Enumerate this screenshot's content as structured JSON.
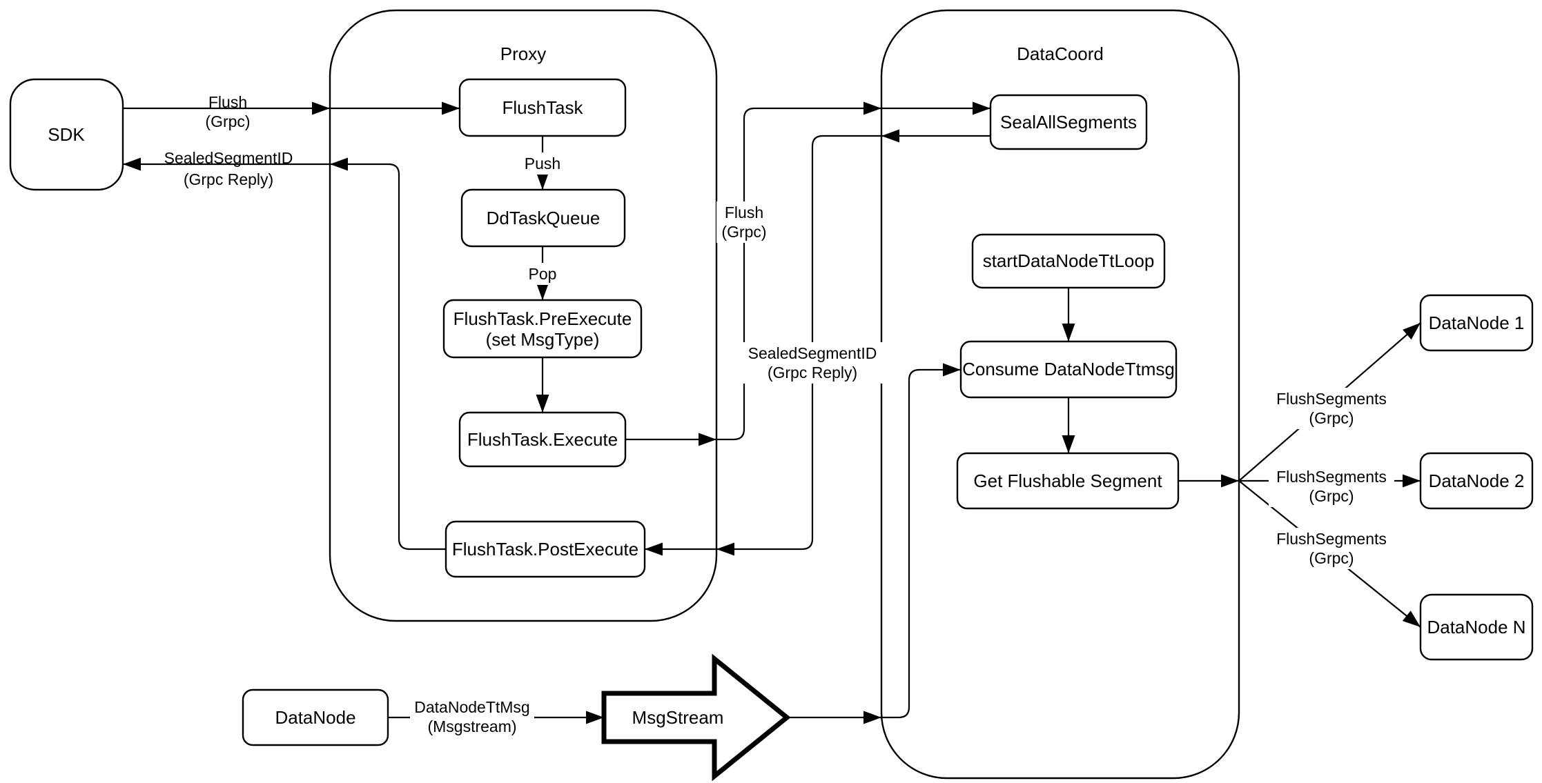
{
  "diagram": {
    "background_color": "#ffffff",
    "line_color": "#000000",
    "box_fill_color": "#ffffff",
    "containers": {
      "proxy": {
        "title": "Proxy"
      },
      "datacoord": {
        "title": "DataCoord"
      }
    },
    "nodes": {
      "sdk": {
        "label": "SDK"
      },
      "flush_task": {
        "label": "FlushTask"
      },
      "dd_task_queue": {
        "label": "DdTaskQueue"
      },
      "pre_execute": {
        "label_line1": "FlushTask.PreExecute",
        "label_line2": "(set MsgType)"
      },
      "execute": {
        "label": "FlushTask.Execute"
      },
      "post_execute": {
        "label": "FlushTask.PostExecute"
      },
      "seal_all_segments": {
        "label": "SealAllSegments"
      },
      "start_datanode_tt_loop": {
        "label": "startDataNodeTtLoop"
      },
      "consume_datanode_ttmsg": {
        "label": "Consume DataNodeTtmsg"
      },
      "get_flushable_segment": {
        "label": "Get Flushable Segment"
      },
      "datanode_1": {
        "label": "DataNode 1"
      },
      "datanode_2": {
        "label": "DataNode 2"
      },
      "datanode_n": {
        "label": "DataNode N"
      },
      "datanode_source": {
        "label": "DataNode"
      },
      "msgstream": {
        "label": "MsgStream"
      }
    },
    "edge_labels": {
      "flush_sdk_proxy": {
        "line1": "Flush",
        "line2": "(Grpc)"
      },
      "sealed_segment_to_sdk": {
        "line1": "SealedSegmentID",
        "line2": "(Grpc Reply)"
      },
      "push": {
        "label": "Push"
      },
      "pop": {
        "label": "Pop"
      },
      "flush_proxy_datacoord": {
        "line1": "Flush",
        "line2": "(Grpc)"
      },
      "sealed_segment_reply": {
        "line1": "SealedSegmentID",
        "line2": "(Grpc Reply)"
      },
      "flush_segments_1": {
        "line1": "FlushSegments",
        "line2": "(Grpc)"
      },
      "flush_segments_2": {
        "line1": "FlushSegments",
        "line2": "(Grpc)"
      },
      "flush_segments_3": {
        "line1": "FlushSegments",
        "line2": "(Grpc)"
      },
      "datanode_tt_msg": {
        "line1": "DataNodeTtMsg",
        "line2": "(Msgstream)"
      }
    }
  }
}
